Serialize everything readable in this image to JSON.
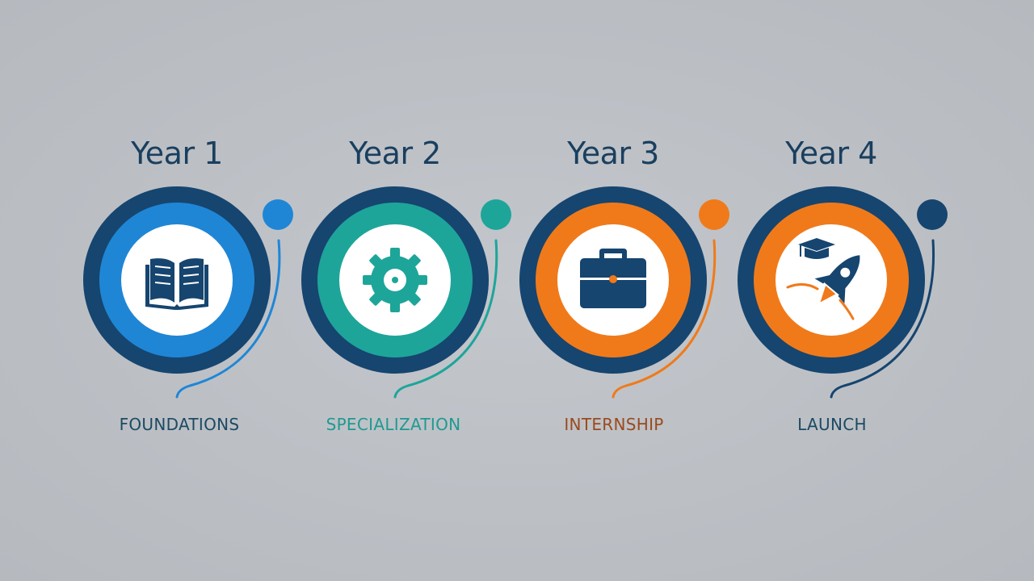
{
  "stages": [
    {
      "year": "Year 1",
      "title": "FOUNDATIONS",
      "icon": "open-book-icon",
      "ring_color": "#1f86d6",
      "title_color": "#1d4a63"
    },
    {
      "year": "Year 2",
      "title": "SPECIALIZATION",
      "icon": "gear-icon",
      "ring_color": "#1ea59a",
      "title_color": "#1e9a92"
    },
    {
      "year": "Year 3",
      "title": "INTERNSHIP",
      "icon": "briefcase-icon",
      "ring_color": "#f07a1a",
      "title_color": "#9a4a1e"
    },
    {
      "year": "Year 4",
      "title": "LAUNCH",
      "icon": "rocket-graduation-icon",
      "ring_color": "#f07a1a",
      "title_color": "#1d4a63"
    }
  ],
  "colors": {
    "navy": "#16456f",
    "dot_colors": [
      "#1f86d6",
      "#1ea59a",
      "#f07a1a",
      "#16456f"
    ],
    "curve_colors": [
      "#1f86d6",
      "#1ea59a",
      "#f07a1a",
      "#16456f"
    ]
  }
}
